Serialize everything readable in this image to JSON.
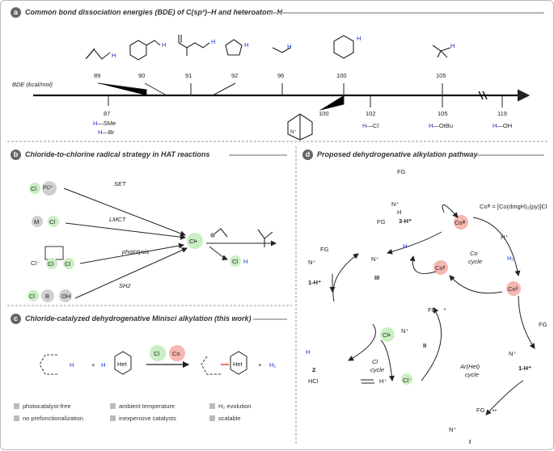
{
  "panels": {
    "a": {
      "letter": "a",
      "title": "Common bond dissociation energies (BDE) of C(sp³)–H and heteroatom–H"
    },
    "b": {
      "letter": "b",
      "title": "Chloride-to-chlorine radical strategy in HAT reactions"
    },
    "c": {
      "letter": "c",
      "title": "Chloride-catalyzed dehydrogenative Minisci alkylation (this work)"
    },
    "d": {
      "letter": "d",
      "title": "Proposed dehydrogenative alkylation pathway"
    }
  },
  "panel_a": {
    "axis_label": "BDE (kcal/mol)",
    "top_values": [
      "89",
      "90",
      "91",
      "92",
      "96",
      "100",
      "105"
    ],
    "bottom_values": [
      "87",
      "100",
      "102",
      "105",
      "119"
    ],
    "bottom_labels": {
      "sme": "SMe",
      "br": "Br",
      "cl": "Cl",
      "otbu": "OtBu",
      "oh": "OH",
      "h": "H",
      "nplus": "N⁺"
    }
  },
  "panel_b": {
    "routes": [
      "SET",
      "LMCT",
      "photolysis",
      "SH2"
    ],
    "pc": "PC*",
    "m": "M",
    "b": "B",
    "oh": "OH",
    "cl": "Cl",
    "cl_minus": "Cl⁻",
    "cl_radical": "Cl•",
    "h": "H"
  },
  "panel_c": {
    "h": "H",
    "het": "Het",
    "plus": "+",
    "cl": "Cl",
    "co": "Co",
    "h2": "H₂",
    "features": [
      [
        "photocatalyst-free",
        "ambient temperature",
        "H₂ evolution"
      ],
      [
        "no prefunctionalization",
        "inexpensive catalysts",
        "scalable"
      ]
    ]
  },
  "panel_d": {
    "co_def": "Coᴵᴵᴵ = [Co(dmgH)₂(py)]Cl",
    "co_iii": "Coᴵᴵᴵ",
    "co_ii": "Coᴵᴵ",
    "co_i": "Coᴵᴵ",
    "co_cycle": [
      "Co",
      "cycle"
    ],
    "cl_cycle": [
      "Cl",
      "cycle"
    ],
    "arhet_cycle": [
      "Ar(Het)",
      "cycle"
    ],
    "hplus": "H⁺",
    "h2": "H₂",
    "hcl": "HCl",
    "cl_minus": "Cl⁻",
    "cl_radical": "Cl•",
    "fg": "FG",
    "n_plus": "N⁺",
    "h": "H",
    "dot_plus": "•+",
    "dot": "•",
    "compounds": {
      "c3h": "3-H⁺",
      "c1h": "1-H⁺",
      "ciii": "III",
      "cii": "II",
      "c2": "2",
      "c1h_right": "1-H⁺",
      "ci": "I"
    }
  }
}
